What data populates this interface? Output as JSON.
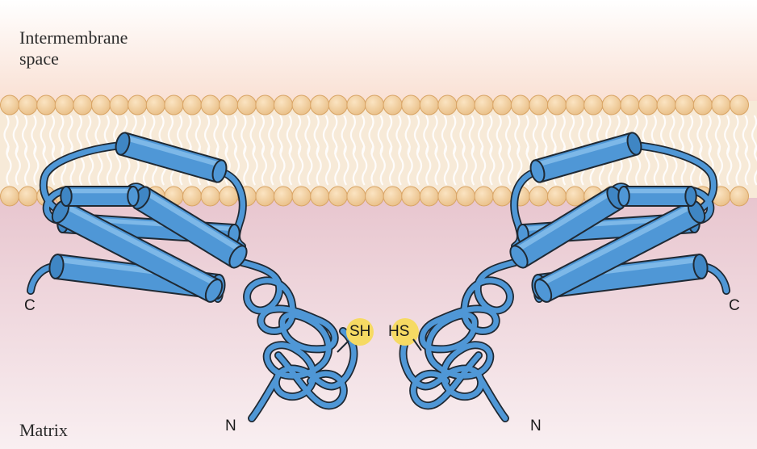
{
  "labels": {
    "intermembrane_line1": "Intermembrane",
    "intermembrane_line2": "space",
    "matrix": "Matrix"
  },
  "left_protein": {
    "c_term": "C",
    "n_term": "N",
    "thiol": "SH"
  },
  "right_protein": {
    "c_term": "C",
    "n_term": "N",
    "thiol": "HS"
  },
  "colors": {
    "helix": "#4f97d6",
    "outline": "#1f2933",
    "membrane_head": "#f2d2a3",
    "membrane_tail": "#faf0e2",
    "thiol_highlight": "#f6da63",
    "matrix_bg": "#ead0d6",
    "ims_bg": "#fbe6da"
  }
}
